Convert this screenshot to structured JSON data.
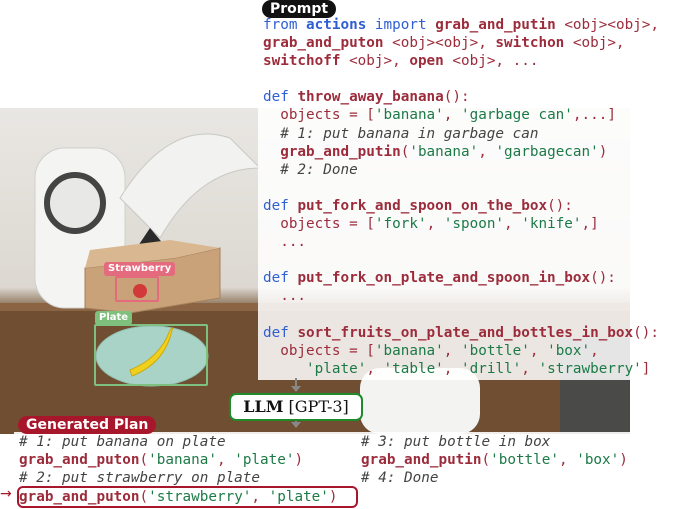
{
  "prompt_label": "Prompt",
  "prompt_lines": [
    [
      [
        "kw",
        "from "
      ],
      [
        "bold-kw",
        "actions "
      ],
      [
        "kw",
        "import "
      ],
      [
        "fn",
        "grab_and_putin "
      ],
      [
        "dk",
        "<obj><obj>,"
      ]
    ],
    [
      [
        "fn",
        "grab_and_puton "
      ],
      [
        "dk",
        "<obj><obj>, "
      ],
      [
        "fn",
        "switchon "
      ],
      [
        "dk",
        "<obj>,"
      ]
    ],
    [
      [
        "fn",
        "switchoff "
      ],
      [
        "dk",
        "<obj>, "
      ],
      [
        "fn",
        "open "
      ],
      [
        "dk",
        "<obj>, ..."
      ]
    ],
    [],
    [
      [
        "kw",
        "def "
      ],
      [
        "fn",
        "throw_away_banana"
      ],
      [
        "dk",
        "():"
      ]
    ],
    [
      [
        "dk",
        "  objects = ["
      ],
      [
        "str",
        "'banana'"
      ],
      [
        "dk",
        ", "
      ],
      [
        "str",
        "'garbage can'"
      ],
      [
        "dk",
        ",...]"
      ]
    ],
    [
      [
        "cm",
        "  # 1: put banana in garbage can"
      ]
    ],
    [
      [
        "fn",
        "  grab_and_putin"
      ],
      [
        "dk",
        "("
      ],
      [
        "str",
        "'banana'"
      ],
      [
        "dk",
        ", "
      ],
      [
        "str",
        "'garbagecan'"
      ],
      [
        "dk",
        ")"
      ]
    ],
    [
      [
        "cm",
        "  # 2: Done"
      ]
    ],
    [],
    [
      [
        "kw",
        "def "
      ],
      [
        "fn",
        "put_fork_and_spoon_on_the_box"
      ],
      [
        "dk",
        "():"
      ]
    ],
    [
      [
        "dk",
        "  objects = ["
      ],
      [
        "str",
        "'fork'"
      ],
      [
        "dk",
        ", "
      ],
      [
        "str",
        "'spoon'"
      ],
      [
        "dk",
        ", "
      ],
      [
        "str",
        "'knife'"
      ],
      [
        "dk",
        ",]"
      ]
    ],
    [
      [
        "dk",
        "  ..."
      ]
    ],
    [],
    [
      [
        "kw",
        "def "
      ],
      [
        "fn",
        "put_fork_on_plate_and_spoon_in_box"
      ],
      [
        "dk",
        "():"
      ]
    ],
    [
      [
        "dk",
        "  ..."
      ]
    ],
    [],
    [
      [
        "kw",
        "def "
      ],
      [
        "fn",
        "sort_fruits_on_plate_and_bottles_in_box"
      ],
      [
        "dk",
        "():"
      ]
    ],
    [
      [
        "dk",
        "  objects = ["
      ],
      [
        "str",
        "'banana'"
      ],
      [
        "dk",
        ", "
      ],
      [
        "str",
        "'bottle'"
      ],
      [
        "dk",
        ", "
      ],
      [
        "str",
        "'box'"
      ],
      [
        "dk",
        ","
      ]
    ],
    [
      [
        "dk",
        "     "
      ],
      [
        "str",
        "'plate'"
      ],
      [
        "dk",
        ", "
      ],
      [
        "str",
        "'table'"
      ],
      [
        "dk",
        ", "
      ],
      [
        "str",
        "'drill'"
      ],
      [
        "dk",
        ", "
      ],
      [
        "str",
        "'strawberry'"
      ],
      [
        "dk",
        "]"
      ]
    ]
  ],
  "llm": {
    "bold": "LLM",
    "rest": " [GPT-3]"
  },
  "generated_plan_label": "Generated Plan",
  "plan_left": [
    [
      [
        "cm",
        "# 1: put banana on plate"
      ]
    ],
    [
      [
        "fn",
        "grab_and_puton"
      ],
      [
        "dk",
        "("
      ],
      [
        "str",
        "'banana'"
      ],
      [
        "dk",
        ", "
      ],
      [
        "str",
        "'plate'"
      ],
      [
        "dk",
        ")"
      ]
    ],
    [
      [
        "cm",
        "# 2: put strawberry on plate"
      ]
    ],
    [
      [
        "fn",
        "grab_and_puton"
      ],
      [
        "dk",
        "("
      ],
      [
        "str",
        "'strawberry'"
      ],
      [
        "dk",
        ", "
      ],
      [
        "str",
        "'plate'"
      ],
      [
        "dk",
        ")"
      ]
    ]
  ],
  "plan_right": [
    [
      [
        "cm",
        "# 3: put bottle in box"
      ]
    ],
    [
      [
        "fn",
        "grab_and_putin"
      ],
      [
        "dk",
        "("
      ],
      [
        "str",
        "'bottle'"
      ],
      [
        "dk",
        ", "
      ],
      [
        "str",
        "'box'"
      ],
      [
        "dk",
        ")"
      ]
    ],
    [
      [
        "cm",
        "# 4: Done"
      ]
    ]
  ],
  "detections": {
    "strawberry": {
      "label": "Strawberry",
      "color": "#e46a7e"
    },
    "plate": {
      "label": "Plate",
      "color": "#7fc07f"
    }
  },
  "colors": {
    "accent_red": "#a8162c",
    "llm_green": "#1e8a2a"
  }
}
